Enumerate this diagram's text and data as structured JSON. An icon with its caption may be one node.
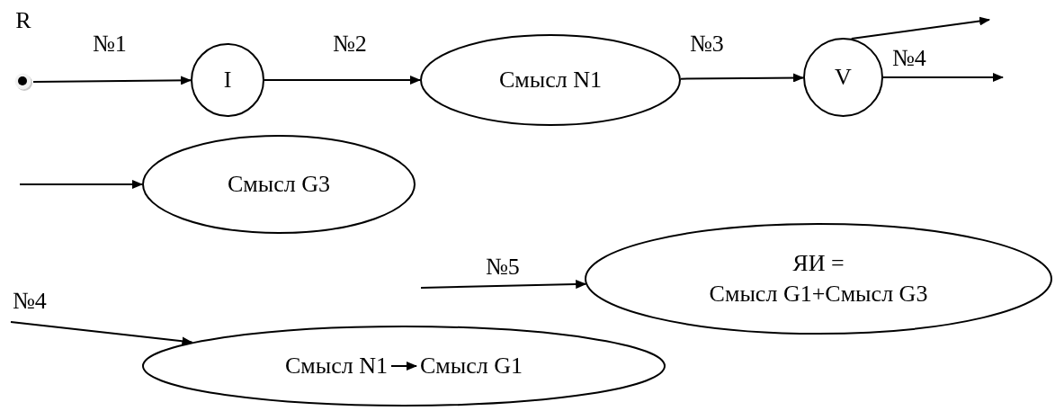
{
  "diagram": {
    "nodes": [
      {
        "text": [
          "R"
        ]
      },
      {
        "text": [
          "I"
        ]
      },
      {
        "text": [
          "Смысл N1"
        ]
      },
      {
        "text": [
          "V"
        ]
      },
      {
        "text": [
          "Смысл G3"
        ]
      },
      {
        "text": [
          "ЯИ =",
          "Смысл G1+Смысл G3"
        ]
      },
      {
        "text": [],
        "shape": "ellipse"
      },
      {
        "text": [
          "Смысл N1"
        ],
        "in": 6
      },
      {
        "text": [
          "Смысл G1"
        ],
        "in": 6
      }
    ],
    "edges": [
      {
        "from": 0,
        "to": 1,
        "arrow": "to",
        "label": "№1"
      },
      {
        "from": 1,
        "to": 2,
        "arrow": "to",
        "label": "№2"
      },
      {
        "from": 2,
        "to": 3,
        "arrow": "to",
        "label": "№3"
      },
      {
        "from": 3,
        "to": null,
        "arrow": "to"
      },
      {
        "from": 3,
        "to": null,
        "arrow": "to",
        "label": "№4"
      },
      {
        "from": null,
        "to": 4,
        "arrow": "to"
      },
      {
        "from": null,
        "to": 5,
        "arrow": "to",
        "label": "№5"
      },
      {
        "from": null,
        "to": 6,
        "arrow": "to",
        "label": "№4"
      },
      {
        "from": 7,
        "to": 8,
        "arrow": "to"
      }
    ]
  }
}
